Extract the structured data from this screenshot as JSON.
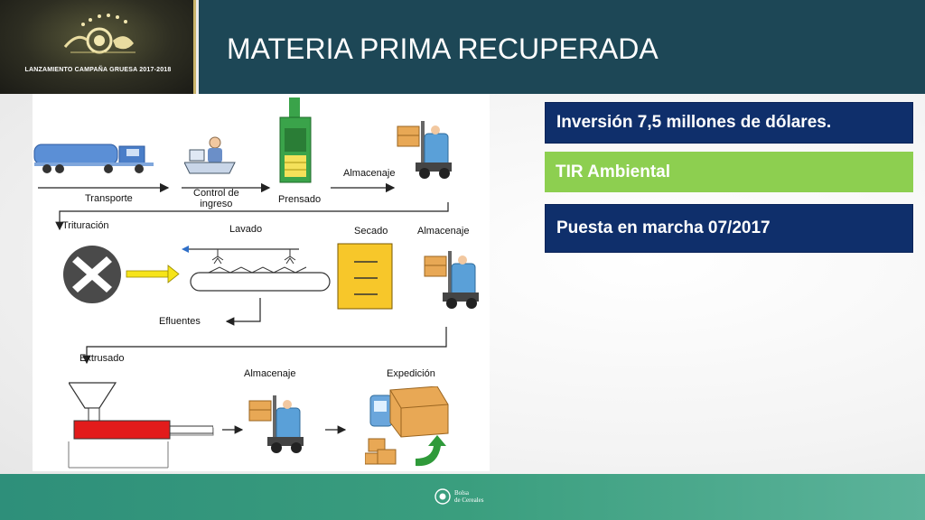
{
  "header": {
    "logo_caption": "LANZAMIENTO CAMPAÑA GRUESA 2017-2018",
    "title": "MATERIA PRIMA RECUPERADA"
  },
  "diagram": {
    "labels": {
      "transporte": "Transporte",
      "control_line1": "Control de",
      "control_line2": "ingreso",
      "prensado": "Prensado",
      "almacenaje_1": "Almacenaje",
      "trituracion": "Trituración",
      "lavado": "Lavado",
      "secado": "Secado",
      "almacenaje_2": "Almacenaje",
      "efluentes": "Efluentes",
      "extrusado": "Extrusado",
      "almacenaje_3": "Almacenaje",
      "expedicion": "Expedición"
    }
  },
  "info": {
    "inversion": "Inversión 7,5 millones de dólares.",
    "tir": "TIR Ambiental",
    "puesta": "Puesta en marcha 07/2017"
  },
  "footer": {
    "brand_line1": "Bolsa",
    "brand_line2": "de Cereales"
  },
  "colors": {
    "title_bar": "#1d4756",
    "navy_box": "#0f2f6b",
    "green_box": "#8dcf50",
    "footer": "#3a9e7e"
  }
}
